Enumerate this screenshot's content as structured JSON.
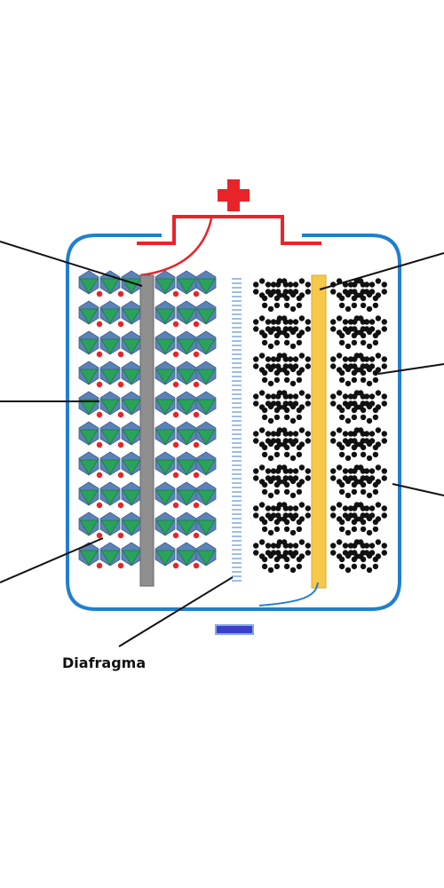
{
  "labels": {
    "separator": "Diafragma"
  },
  "symbols": {
    "positive": "plus-sign",
    "negative": "minus-sign"
  },
  "colors": {
    "casing": "#1f7fcf",
    "positive_wire": "#e8242a",
    "negative_terminal": "#3a3fc8",
    "cathode_collector": "#8f8f8f",
    "anode_collector": "#f7c94a",
    "cathode_octahedra": "#2aa35a",
    "lithium_ions": "#e8242a",
    "graphite": "#111111",
    "separator": "#6a9ad8",
    "leader_lines": "#111111"
  }
}
